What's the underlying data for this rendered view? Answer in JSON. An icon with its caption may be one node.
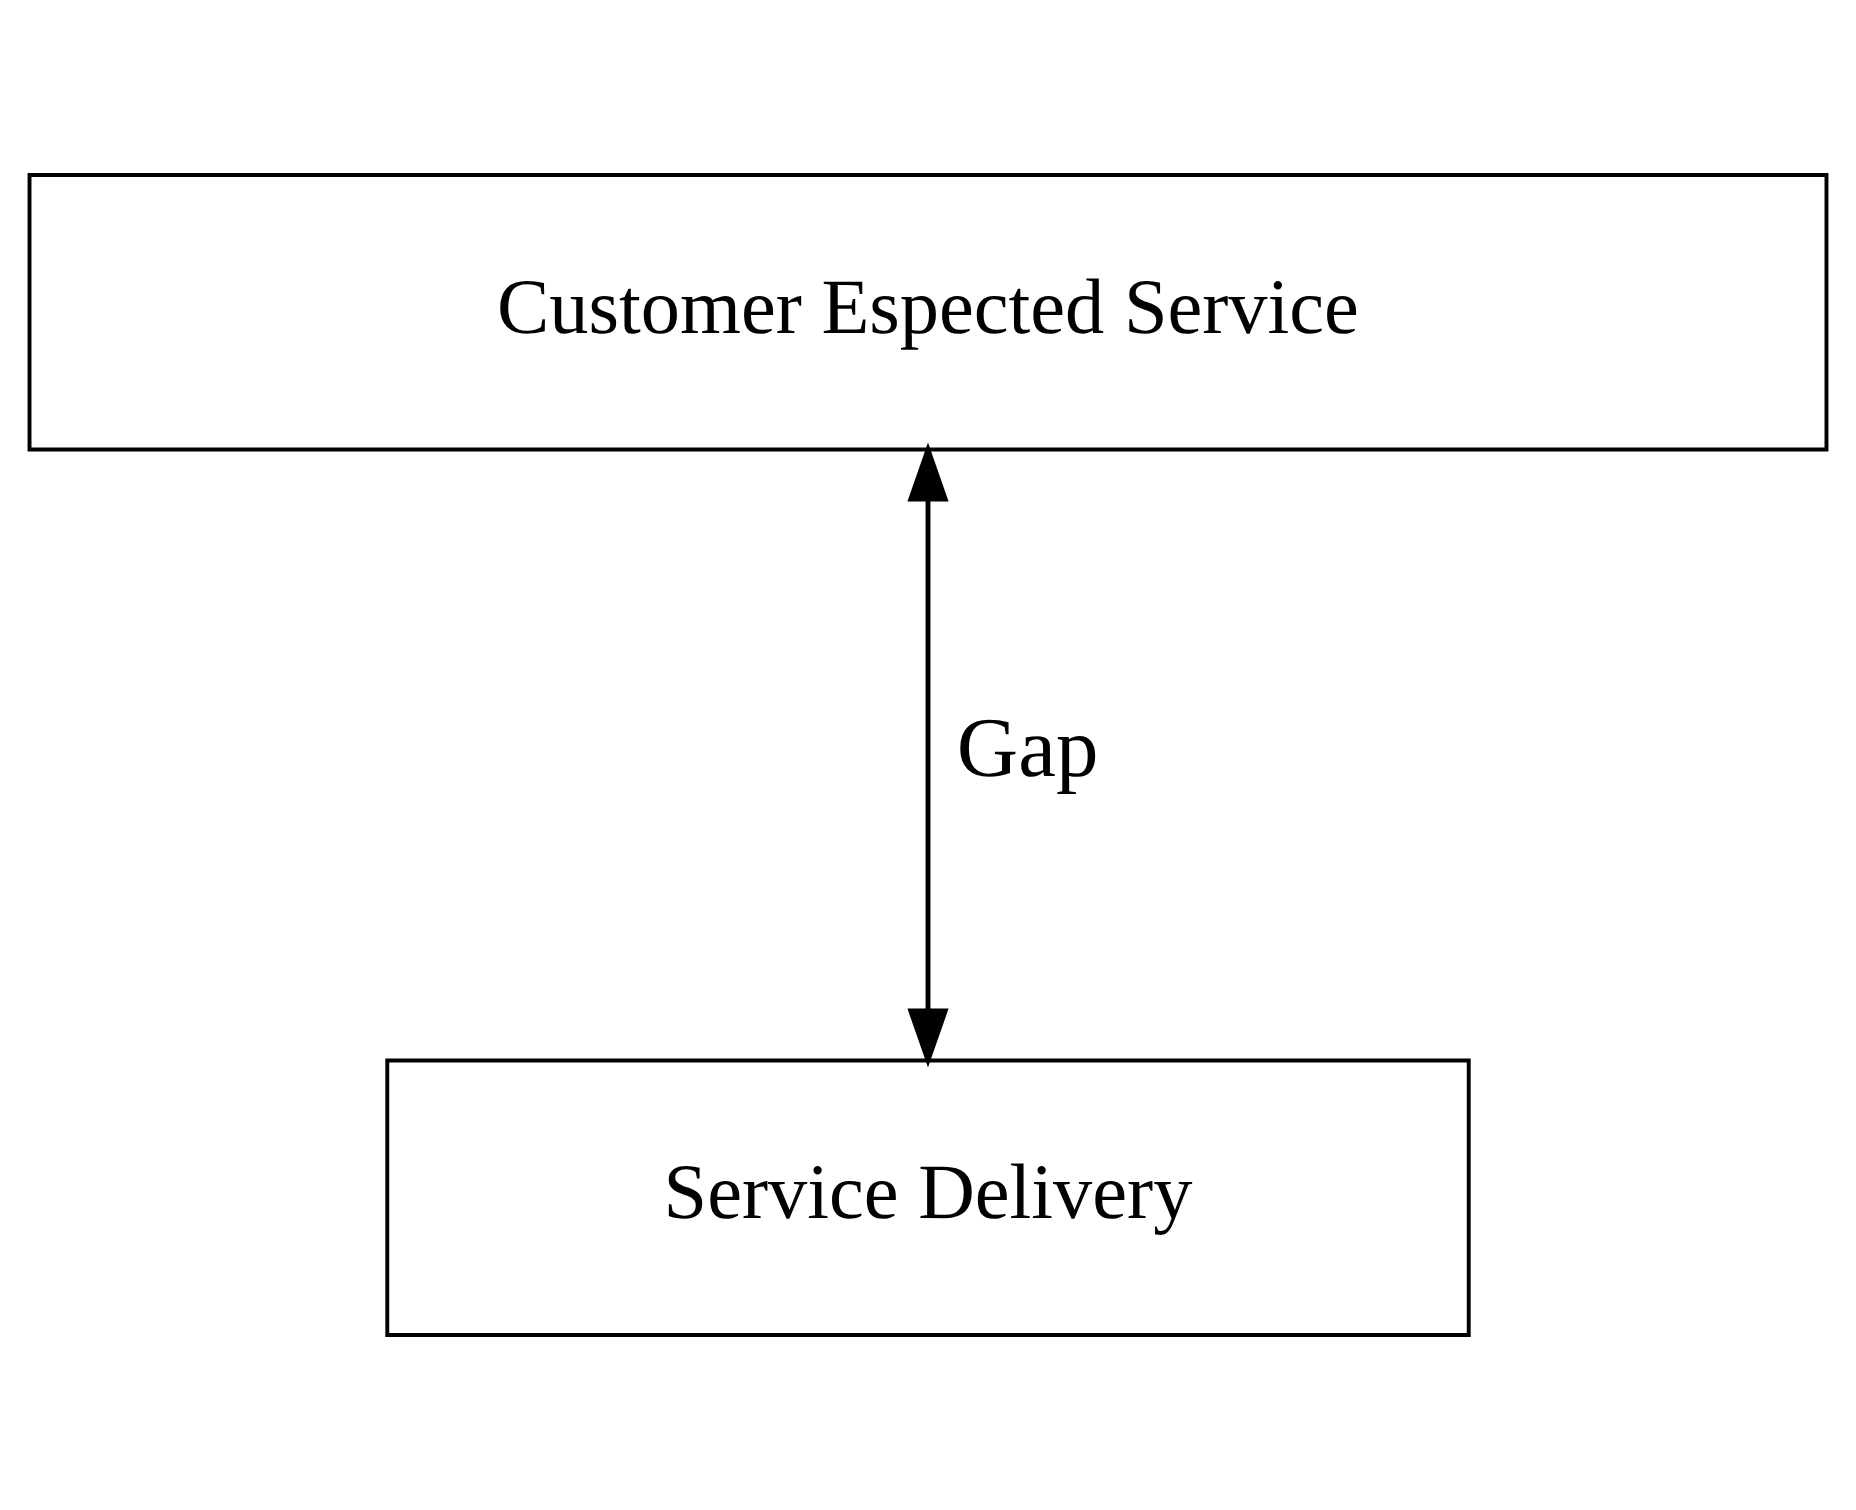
{
  "diagram": {
    "nodes": [
      {
        "text": [
          "Customer Espected Service"
        ]
      },
      {
        "text": [
          "Service Delivery"
        ]
      }
    ],
    "edges": [
      {
        "from": 0,
        "to": 1,
        "arrow": "both",
        "label": "Gap"
      }
    ]
  }
}
